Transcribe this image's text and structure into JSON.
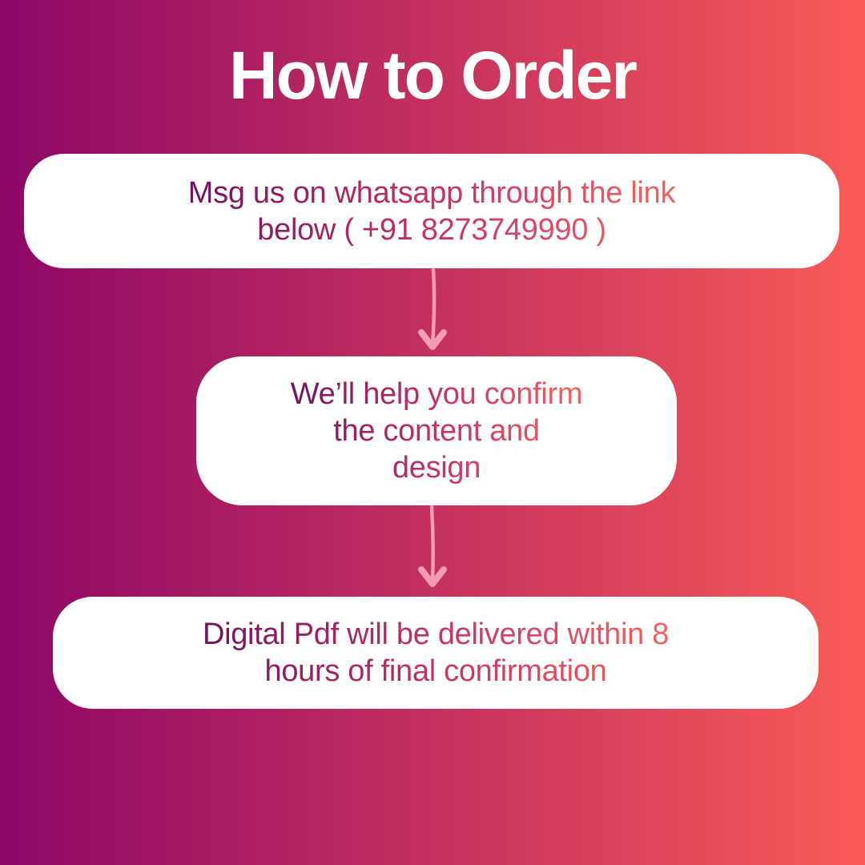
{
  "title": "How to Order",
  "steps": [
    {
      "text": "Msg us on whatsapp through the link\nbelow ( +91 8273749990 )"
    },
    {
      "text": "We’ll help you confirm\nthe content and\ndesign"
    },
    {
      "text": "Digital Pdf will be delivered within 8\nhours of final confirmation"
    }
  ],
  "connectors": [
    {
      "icon": "arrow-down"
    },
    {
      "icon": "arrow-down"
    }
  ],
  "colors": {
    "background_gradient_left": "#8d0767",
    "background_gradient_right": "#fa5a57",
    "card_background": "#ffffff",
    "title_color": "#ffffff",
    "text_gradient_start": "#74105e",
    "text_gradient_mid": "#c92f68",
    "text_gradient_end": "#f8615a",
    "arrow_color": "#f49cb4"
  }
}
